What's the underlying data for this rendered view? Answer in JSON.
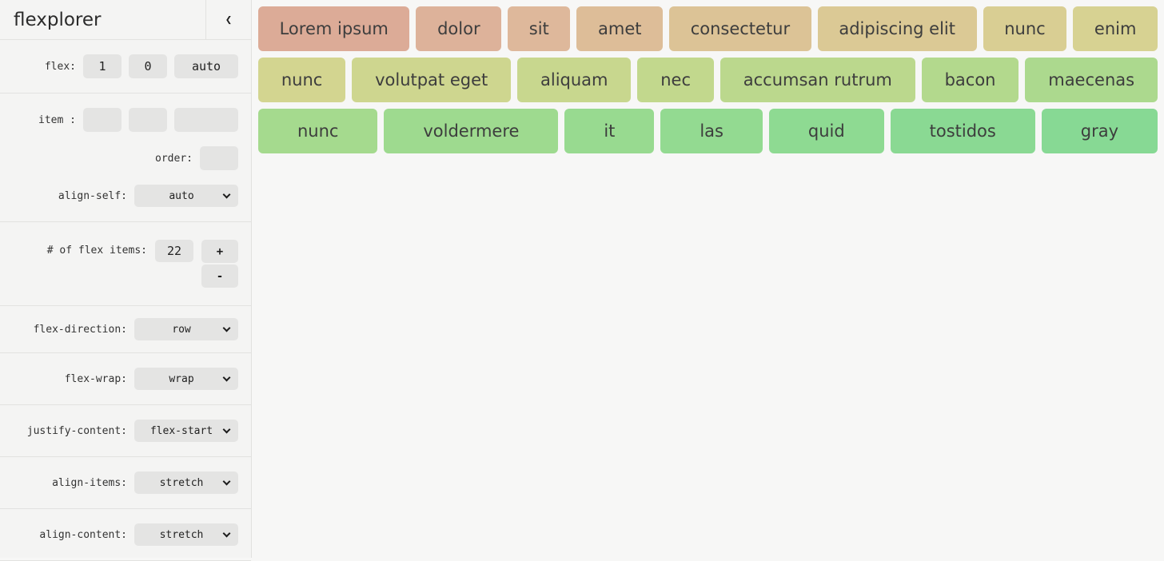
{
  "app": {
    "title": "flexplorer",
    "collapse_icon": "❮"
  },
  "sidebar": {
    "flex_control": {
      "label": "flex:",
      "grow": "1",
      "shrink": "0",
      "basis": "auto"
    },
    "item_control": {
      "label": "item :",
      "grow": "",
      "shrink": "",
      "basis": ""
    },
    "order_control": {
      "label": "order:",
      "value": ""
    },
    "align_self_control": {
      "label": "align-self:",
      "value": "auto"
    },
    "count_control": {
      "label": "# of flex items:",
      "value": "22",
      "increment": "+",
      "decrement": "-"
    },
    "flex_direction_control": {
      "label": "flex-direction:",
      "value": "row"
    },
    "flex_wrap_control": {
      "label": "flex-wrap:",
      "value": "wrap"
    },
    "justify_content_control": {
      "label": "justify-content:",
      "value": "flex-start"
    },
    "align_items_control": {
      "label": "align-items:",
      "value": "stretch"
    },
    "align_content_control": {
      "label": "align-content:",
      "value": "stretch"
    }
  },
  "flex_items": {
    "rows": [
      [
        {
          "label": "Lorem ipsum",
          "color": "#dcab97"
        },
        {
          "label": "dolor",
          "color": "#ddb29a"
        },
        {
          "label": "sit",
          "color": "#deb89b"
        },
        {
          "label": "amet",
          "color": "#ddbd98"
        },
        {
          "label": "consectetur",
          "color": "#dcc396"
        },
        {
          "label": "adipiscing elit",
          "color": "#dbc995"
        },
        {
          "label": "nunc",
          "color": "#d9ce93"
        },
        {
          "label": "enim",
          "color": "#d7d292"
        }
      ],
      [
        {
          "label": "nunc",
          "color": "#d3d590"
        },
        {
          "label": "volutpat eget",
          "color": "#ced68f"
        },
        {
          "label": "aliquam",
          "color": "#c8d78e"
        },
        {
          "label": "nec",
          "color": "#c2d88d"
        },
        {
          "label": "accumsan rutrum",
          "color": "#bbd88d"
        },
        {
          "label": "bacon",
          "color": "#b3d98d"
        },
        {
          "label": "maecenas",
          "color": "#acd98e"
        }
      ],
      [
        {
          "label": "nunc",
          "color": "#a5da8e"
        },
        {
          "label": "voldermere",
          "color": "#9eda8f"
        },
        {
          "label": "it",
          "color": "#98da90"
        },
        {
          "label": "las",
          "color": "#93da91"
        },
        {
          "label": "quid",
          "color": "#8eda92"
        },
        {
          "label": "tostidos",
          "color": "#8ad993"
        },
        {
          "label": "gray",
          "color": "#87d994"
        }
      ]
    ]
  }
}
